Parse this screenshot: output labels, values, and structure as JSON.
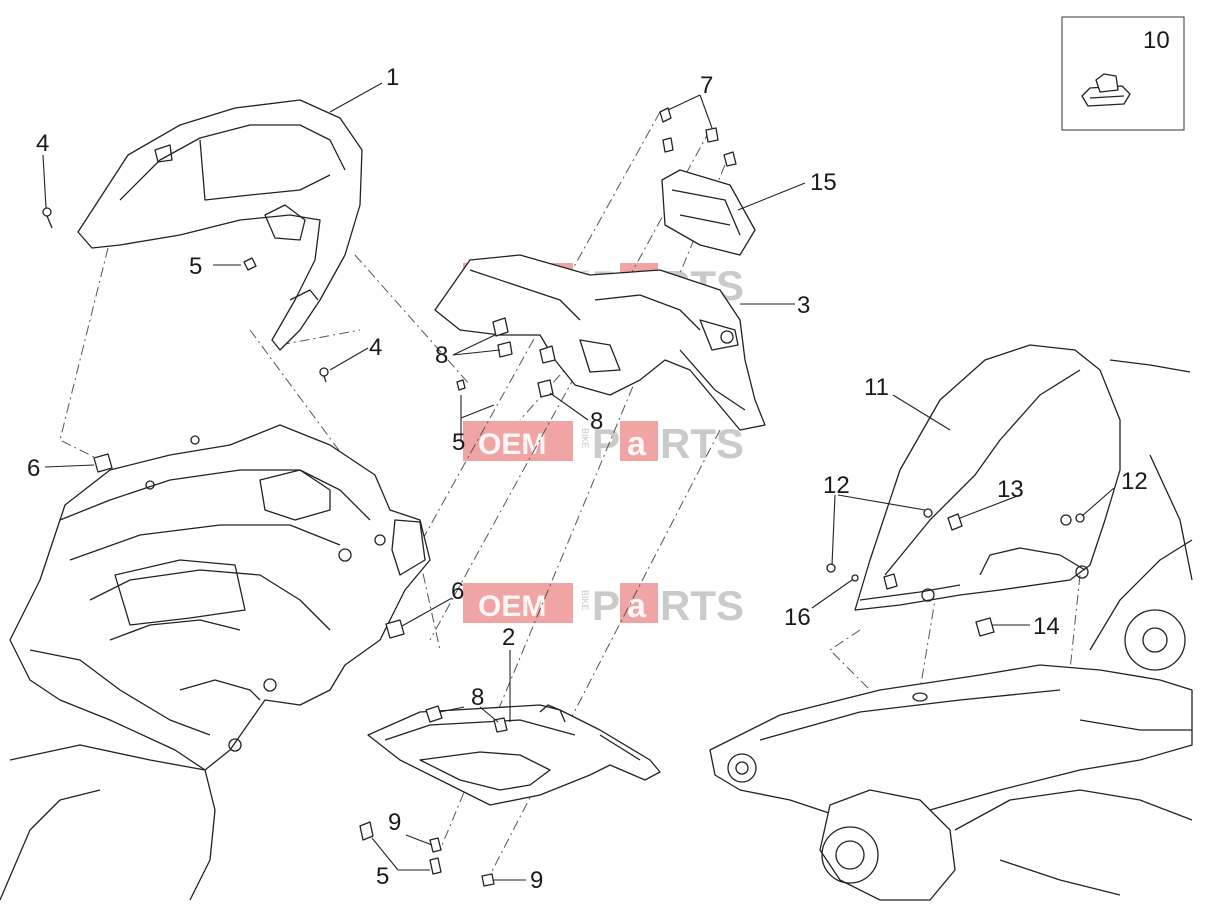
{
  "diagram": {
    "callouts": {
      "c1": "1",
      "c2": "2",
      "c3": "3",
      "c4a": "4",
      "c4b": "4",
      "c5a": "5",
      "c5b": "5",
      "c5c": "5",
      "c6a": "6",
      "c6b": "6",
      "c7": "7",
      "c8a": "8",
      "c8b": "8",
      "c8c": "8",
      "c9a": "9",
      "c9b": "9",
      "c10": "10",
      "c11": "11",
      "c12a": "12",
      "c12b": "12",
      "c13": "13",
      "c14": "14",
      "c15": "15",
      "c16": "16"
    },
    "watermark": {
      "oem": "OEM",
      "bike": "BIKE",
      "p": "P",
      "a": "a",
      "rts": "RTS"
    }
  }
}
